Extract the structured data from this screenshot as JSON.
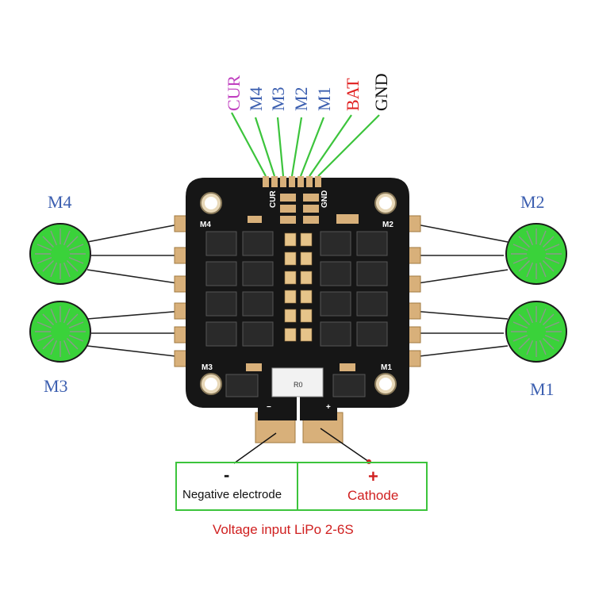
{
  "pins": [
    {
      "label": "CUR",
      "color": "#c040c0"
    },
    {
      "label": "M4",
      "color": "#3c5fb0"
    },
    {
      "label": "M3",
      "color": "#3c5fb0"
    },
    {
      "label": "M2",
      "color": "#3c5fb0"
    },
    {
      "label": "M1",
      "color": "#3c5fb0"
    },
    {
      "label": "BAT",
      "color": "#e02020"
    },
    {
      "label": "GND",
      "color": "#111111"
    }
  ],
  "motors": {
    "m4": "M4",
    "m2": "M2",
    "m3": "M3",
    "m1": "M1"
  },
  "board_silk": {
    "m4": "M4",
    "m2": "M2",
    "m3": "M3",
    "m1": "M1",
    "cur": "CUR",
    "gnd": "GND",
    "minus": "−",
    "plus": "+",
    "shunt": "R0"
  },
  "power": {
    "negative_symbol": "-",
    "negative_label": "Negative electrode",
    "positive_symbol": "+",
    "positive_label": "Cathode",
    "caption": "Voltage input LiPo 2-6S"
  },
  "colors": {
    "wire_green": "#3cc43c",
    "motor_green": "#3ad23a",
    "label_blue": "#3c5fb0",
    "caption_red": "#d02020",
    "board": "#161616",
    "gold_pad": "#d8b07a"
  }
}
